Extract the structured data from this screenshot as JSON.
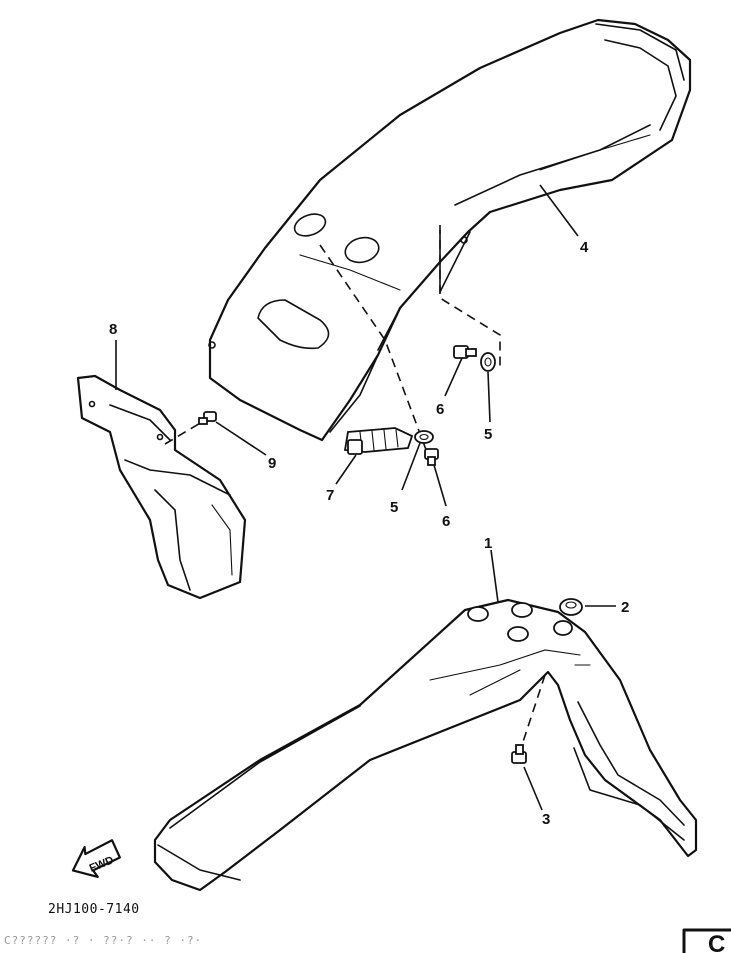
{
  "diagram": {
    "callouts": [
      "1",
      "2",
      "3",
      "4",
      "5",
      "5",
      "6",
      "6",
      "7",
      "8",
      "9"
    ],
    "fwd_label": "FWD",
    "drawing_code": "2HJ100-7140",
    "scan_noise": "C?????? ·? · ??·? ·· ? ·?·",
    "corner_mark": "C"
  }
}
